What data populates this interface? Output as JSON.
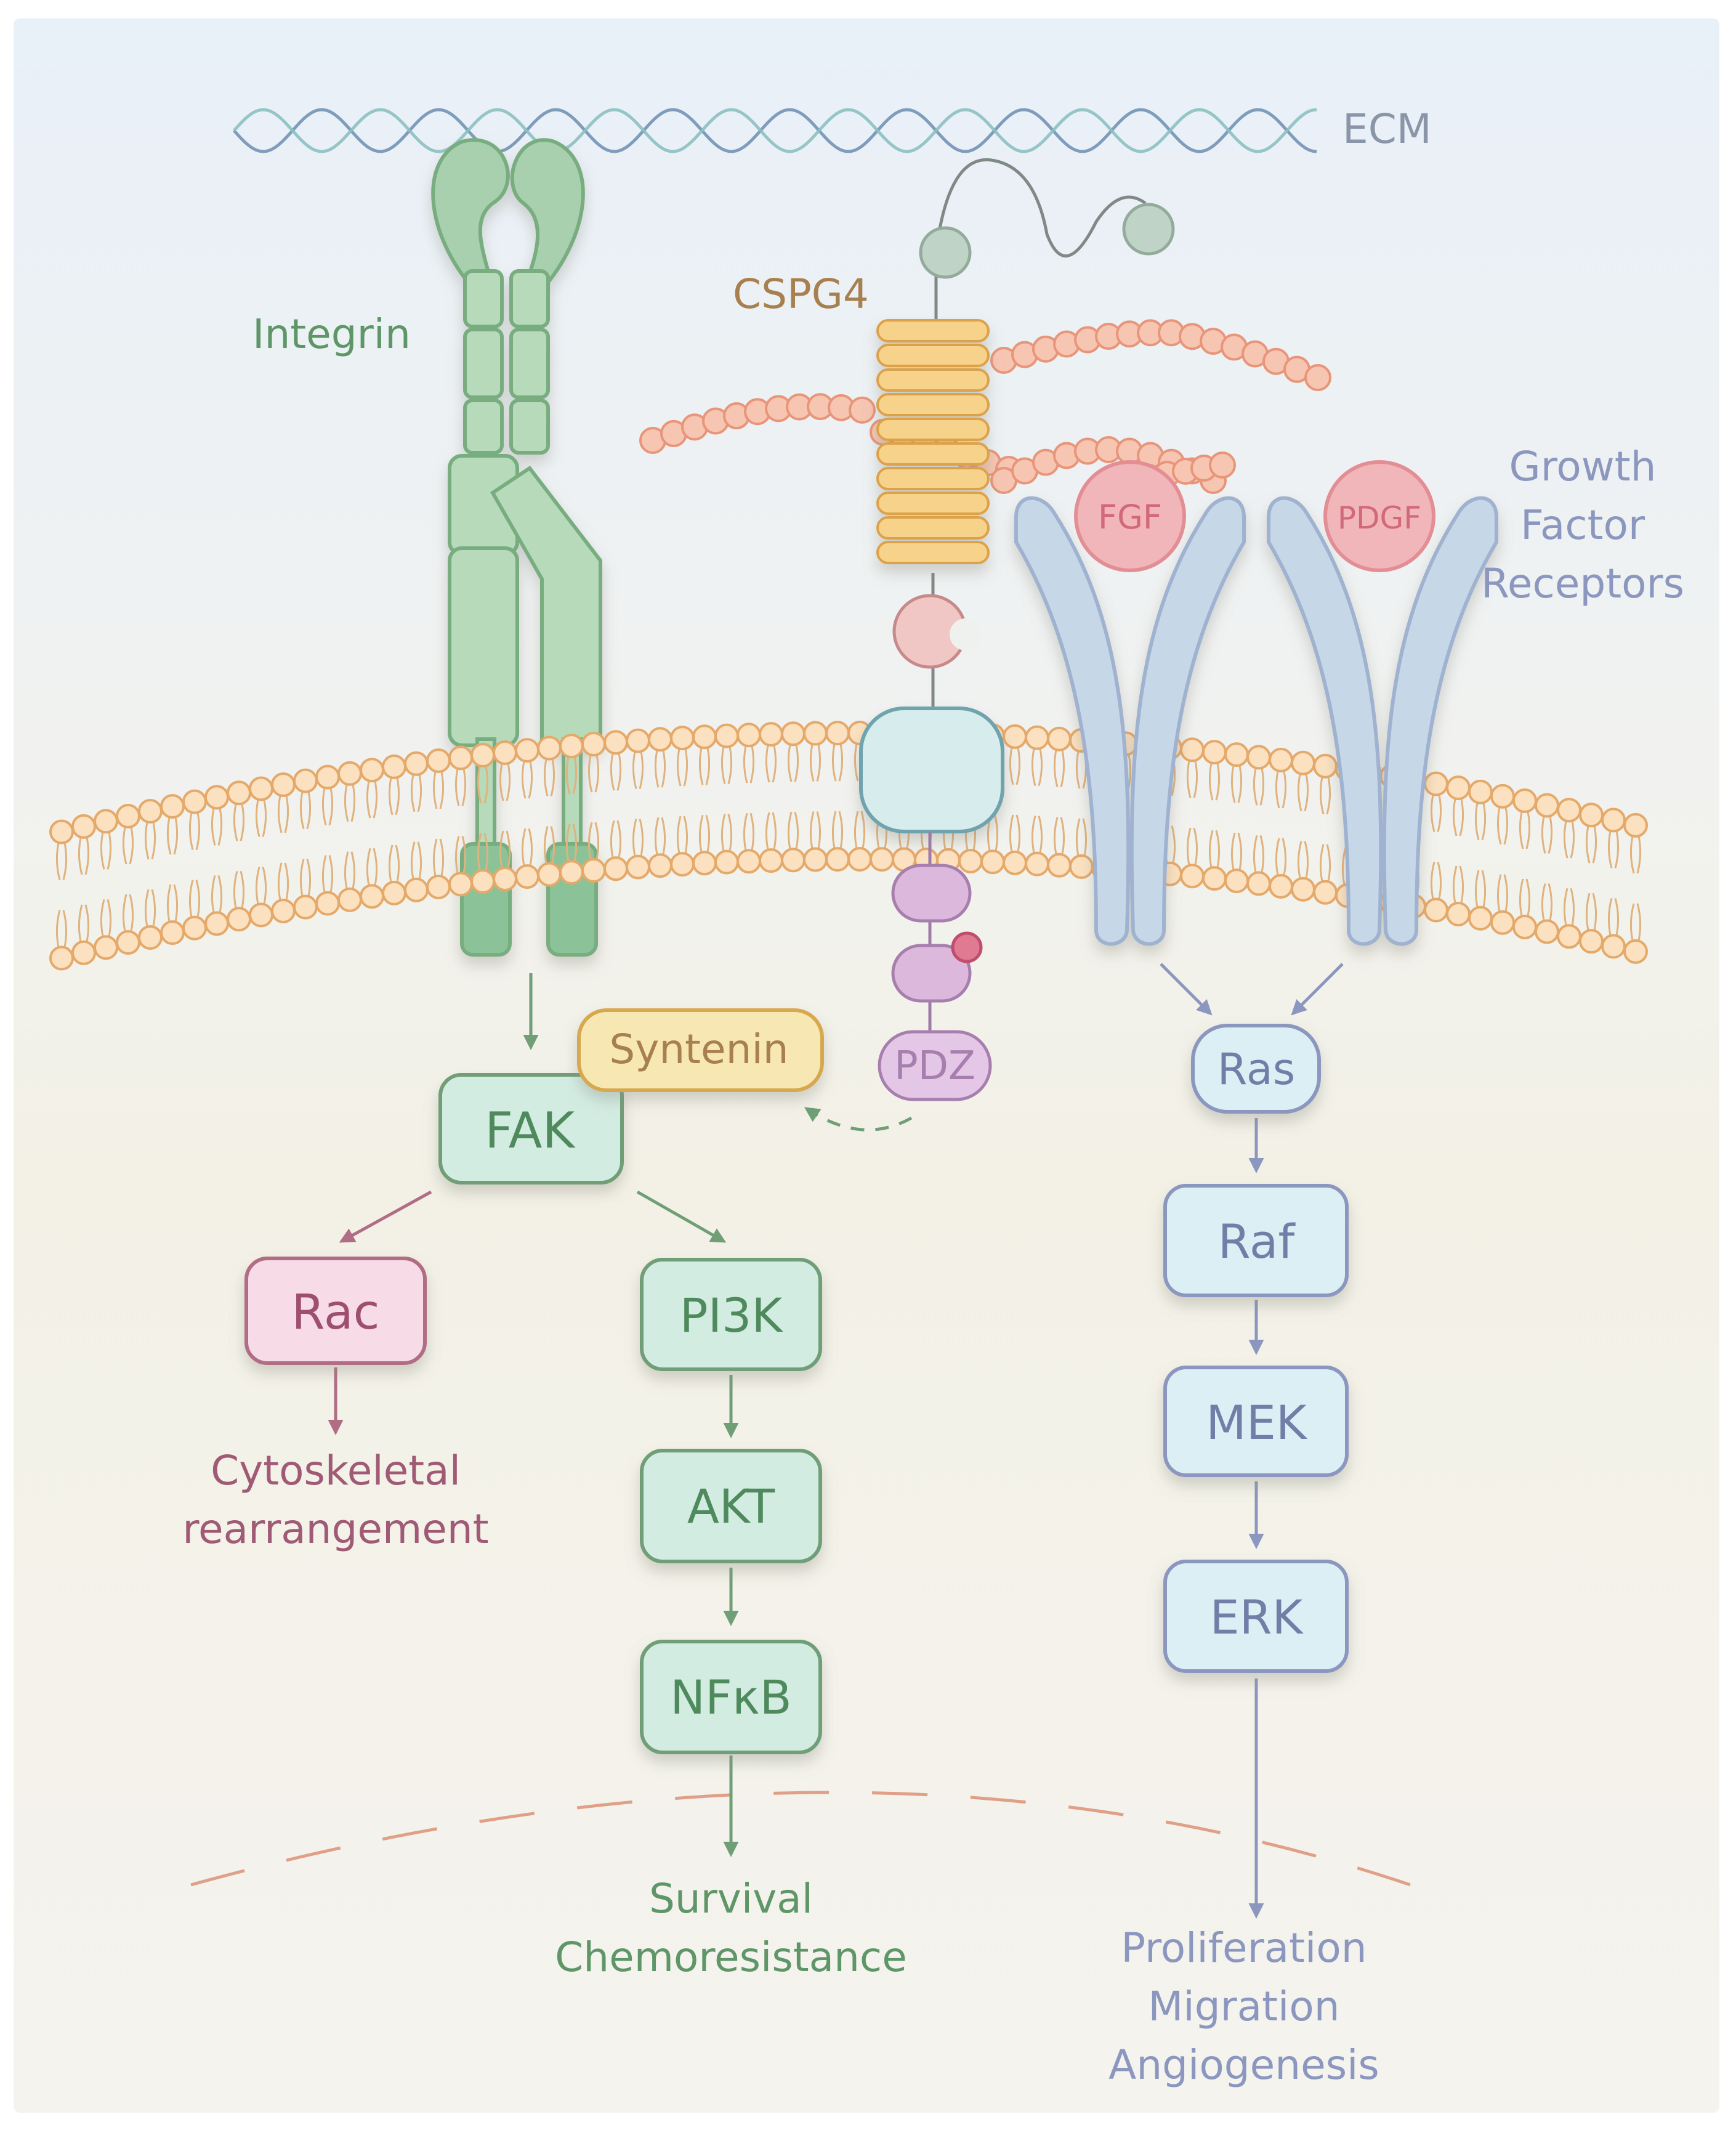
{
  "labels": {
    "ecm": "ECM",
    "integrin": "Integrin",
    "cspg4": "CSPG4",
    "growth_factor_receptors": [
      "Growth",
      "Factor",
      "Receptors"
    ],
    "fgf": "FGF",
    "pdgf": "PDGF",
    "pdz": "PDZ",
    "syntenin": "Syntenin"
  },
  "nodes": {
    "fak": "FAK",
    "rac": "Rac",
    "pi3k": "PI3K",
    "akt": "AKT",
    "nfkb": "NFκB",
    "ras": "Ras",
    "raf": "Raf",
    "mek": "MEK",
    "erk": "ERK"
  },
  "outcomes": {
    "rac": [
      "Cytoskeletal",
      "rearrangement"
    ],
    "survival": [
      "Survival",
      "Chemoresistance"
    ],
    "proliferation": [
      "Proliferation",
      "Migration",
      "Angiogenesis"
    ]
  },
  "colors": {
    "integrin": "#5f9668",
    "integrin_fill": "#a9d0ae",
    "cspg4_label": "#a8804f",
    "cspg4_core": "#f3c877",
    "beads": "#f2b49b",
    "receptor": "#9fb2d0",
    "receptor_text": "#7f8db1",
    "ligand": "#e38e95",
    "membrane": "#f3cc9a",
    "rac": "#b06d84",
    "pdz": "#cfa6cf",
    "ecm": "#8ab5c0"
  }
}
